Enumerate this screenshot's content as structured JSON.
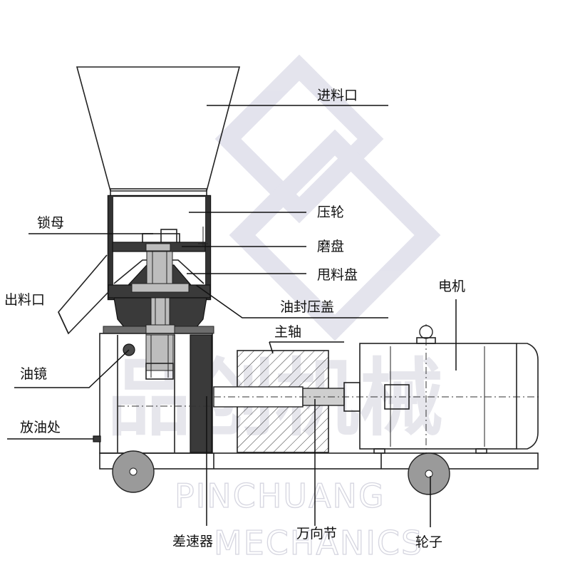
{
  "labels": {
    "hopper": "进料口",
    "press_roller": "压轮",
    "lock_nut": "锁母",
    "die": "磨盘",
    "thrower": "甩料盘",
    "discharge": "出料口",
    "oil_seal_cover": "油封压盖",
    "main_shaft": "主轴",
    "motor": "电机",
    "oil_sight": "油镜",
    "oil_drain": "放油处",
    "gearbox": "差速器",
    "coupling": "万向节",
    "wheel": "轮子"
  },
  "watermark": {
    "cn": "品创机械",
    "en_line1": "PINCHUANG",
    "en_line2": "MECHANICS"
  },
  "colors": {
    "line": "#222222",
    "dark_fill": "#3a3a3a",
    "watermark": "#c8c8d6"
  }
}
